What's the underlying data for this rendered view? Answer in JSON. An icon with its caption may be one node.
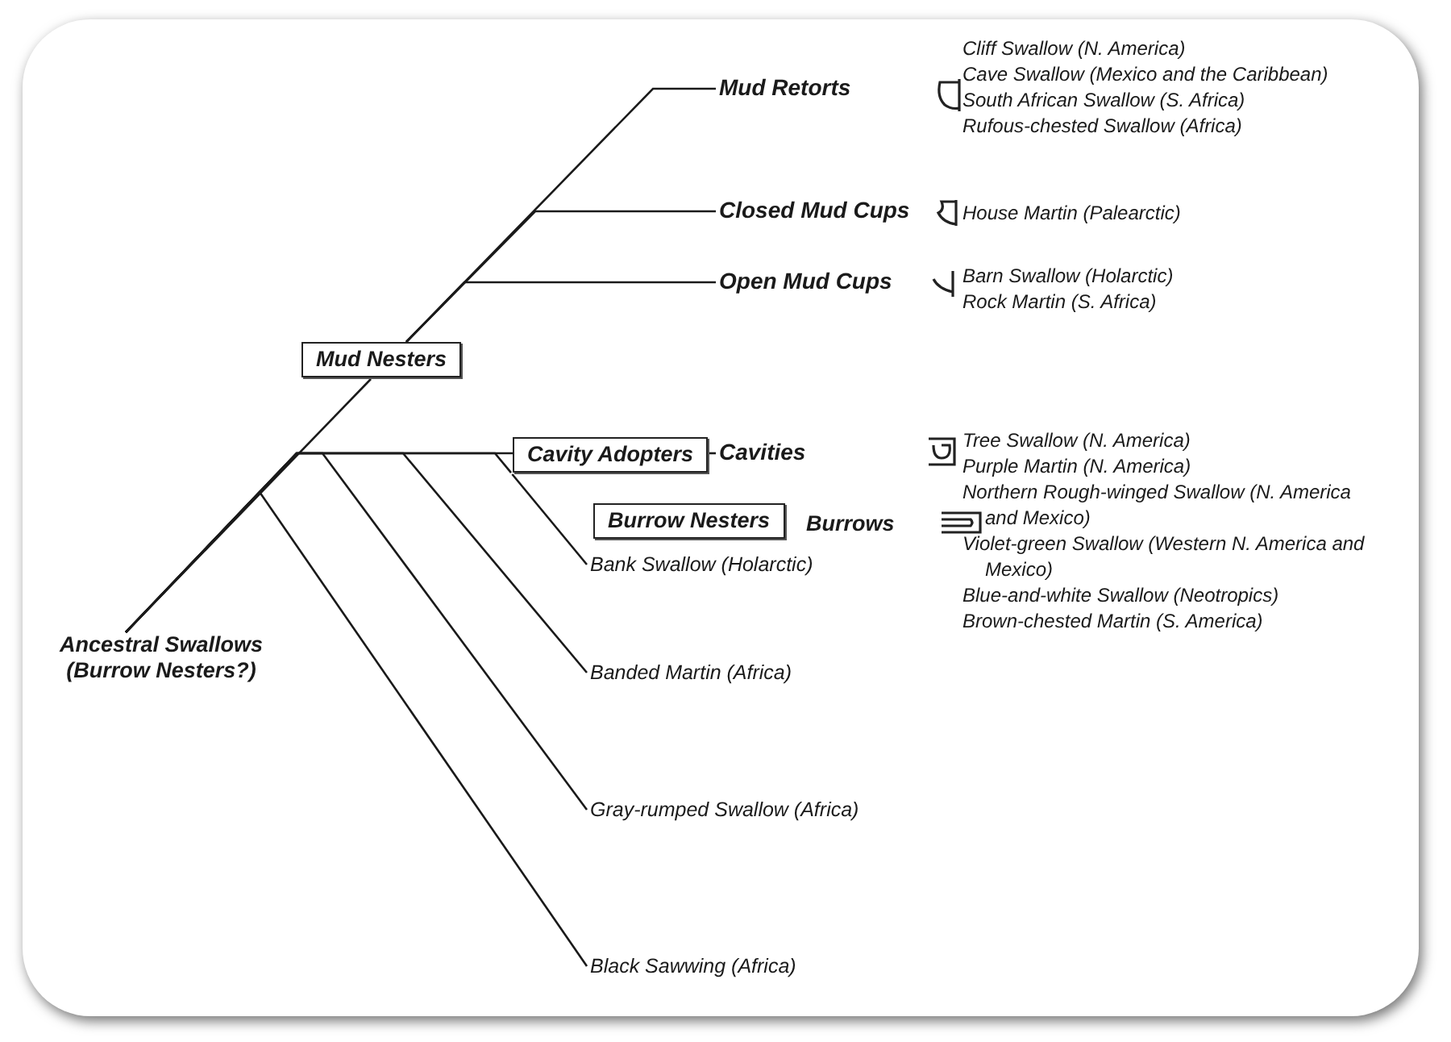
{
  "diagram": {
    "nodes": [
      {
        "text": [
          "Mud Retorts"
        ]
      },
      {
        "text": [
          "Closed Mud Cups"
        ]
      },
      {
        "text": [
          "Open Mud Cups"
        ]
      },
      {
        "text": [
          "Mud Nesters"
        ]
      },
      {
        "text": [
          "Cavity Adopters"
        ]
      },
      {
        "text": [
          "Cavities"
        ]
      },
      {
        "text": [
          "Burrow Nesters"
        ]
      },
      {
        "text": [
          "Bank Swallow (Holarctic)"
        ]
      },
      {
        "text": [
          "Ancestral Swallows (Burrow Nesters?)"
        ]
      },
      {
        "text": [
          "Banded Martin (Africa)"
        ]
      },
      {
        "text": [
          "Gray-rumped Swallow (Africa)"
        ]
      },
      {
        "text": [
          "Black Sawwing (Africa)"
        ]
      }
    ],
    "edges": [
      {
        "from": 8,
        "to": 3,
        "arrow": "none"
      },
      {
        "from": 3,
        "to": 2,
        "arrow": "none"
      },
      {
        "from": 3,
        "to": 1,
        "arrow": "none"
      },
      {
        "from": 3,
        "to": 0,
        "arrow": "none"
      },
      {
        "from": 8,
        "to": 4,
        "arrow": "none"
      },
      {
        "from": 4,
        "to": 5,
        "arrow": "none"
      },
      {
        "from": 8,
        "to": 7,
        "arrow": "none"
      },
      {
        "from": 8,
        "to": 9,
        "arrow": "none"
      },
      {
        "from": 8,
        "to": 10,
        "arrow": "none"
      },
      {
        "from": 8,
        "to": 11,
        "arrow": "none"
      }
    ],
    "labels": [
      "Cliff Swallow (N. America)",
      "Cave Swallow (Mexico and the Caribbean)",
      "South African Swallow (S. Africa)",
      "Rufous-chested Swallow (Africa)",
      "House Martin (Palearctic)",
      "Barn Swallow (Holarctic)",
      "Rock Martin (S. Africa)",
      "Tree Swallow (N. America)",
      "Purple Martin (N. America)",
      "Northern Rough-winged Swallow (N. America and Mexico)",
      "Violet-green Swallow (Western N. America and Mexico)",
      "Blue-and-white Swallow (Neotropics)",
      "Brown-chested Martin (S. America)",
      "Burrows"
    ]
  }
}
